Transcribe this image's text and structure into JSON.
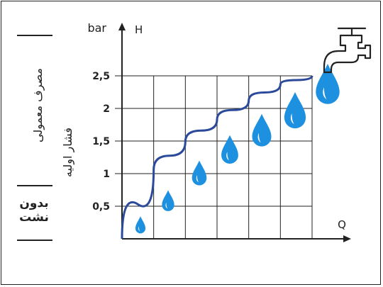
{
  "y_axis_unit": "bar",
  "y_axis_symbol": "H",
  "x_axis_symbol": "Q",
  "left_label_usage": "مصرف معمولی",
  "left_label_pressure": "فشار اولیه",
  "left_label_no_leak_line1": "بدون",
  "left_label_no_leak_line2": "نشت",
  "tap_icon": "water-tap-icon",
  "drop_icon": "water-drop-icon",
  "colors": {
    "curve": "#2c4a9a",
    "drop": "#1e90e0",
    "grid": "#222222"
  },
  "chart_data": {
    "type": "line",
    "y_ticks": [
      "0,5",
      "1",
      "1,5",
      "2",
      "2,5"
    ],
    "ylim": [
      0,
      2.5
    ],
    "grid": true,
    "curve_points": [
      [
        0,
        0
      ],
      [
        0.5,
        1.06
      ],
      [
        1,
        1.49
      ],
      [
        1.5,
        1.83
      ],
      [
        2,
        2.12
      ],
      [
        2.5,
        2.37
      ],
      [
        3,
        2.5
      ]
    ],
    "drop_sizes": [
      1,
      2,
      3,
      4,
      5,
      6,
      7
    ]
  }
}
